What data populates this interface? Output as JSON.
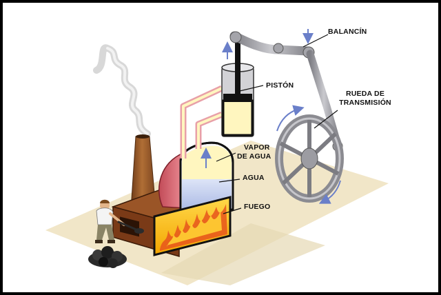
{
  "labels": {
    "balancin": "BALANCÍN",
    "piston": "PISTÓN",
    "rueda_line1": "RUEDA DE",
    "rueda_line2": "TRANSMISIÓN",
    "vapor_line1": "VAPOR",
    "vapor_line2": "DE AGUA",
    "agua": "AGUA",
    "fuego": "FUEGO"
  },
  "colors": {
    "frame": "#000000",
    "background": "#ffffff",
    "ground": "#f1e6c8",
    "chimney": "#9a5a2a",
    "firebox": "#7a3a17",
    "boiler_outer": "#e8a0a8",
    "boiler_body": "#d9636e",
    "steam": "#fff6bf",
    "water": "#c9d3ef",
    "fire": "#f5b700",
    "flame": "#e6551c",
    "metal": "#9c9ca2",
    "arrow": "#6a7fc9"
  },
  "icons": [
    "smoke-icon",
    "worker-icon",
    "coal-pile-icon",
    "motion-arrow-icon"
  ]
}
